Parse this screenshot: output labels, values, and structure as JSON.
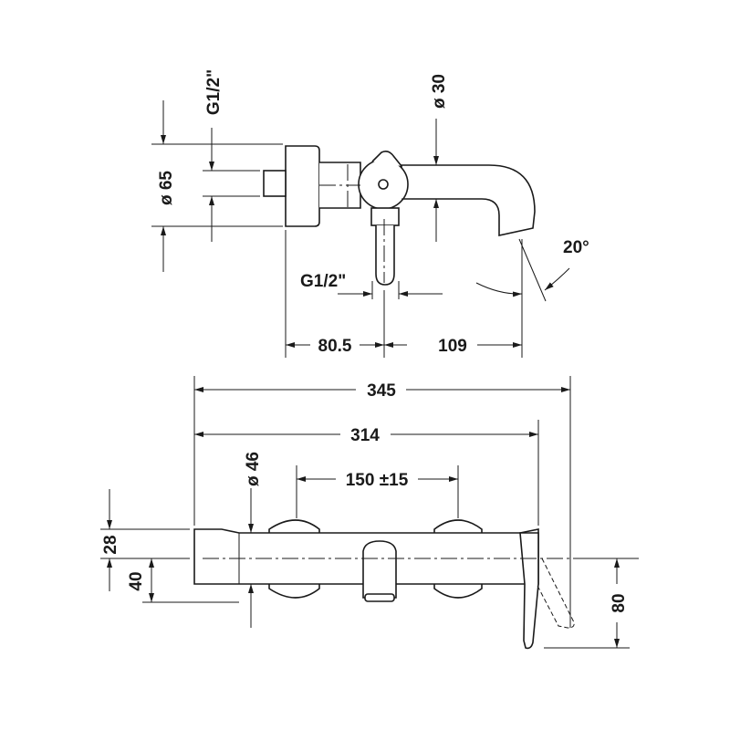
{
  "labels": {
    "top_g12": "G1/2\"",
    "top_dia30": "ø 30",
    "top_dia65": "ø 65",
    "top_angle": "20°",
    "top_g12_bottom": "G1/2\"",
    "top_dim_805": "80.5",
    "top_dim_109": "109",
    "dim_345": "345",
    "dim_314": "314",
    "dim_150": "150 ±15",
    "dia_46": "ø 46",
    "dim_28": "28",
    "dim_40": "40",
    "dim_80": "80"
  },
  "colors": {
    "line": "#1a1a1a",
    "background": "#ffffff"
  }
}
